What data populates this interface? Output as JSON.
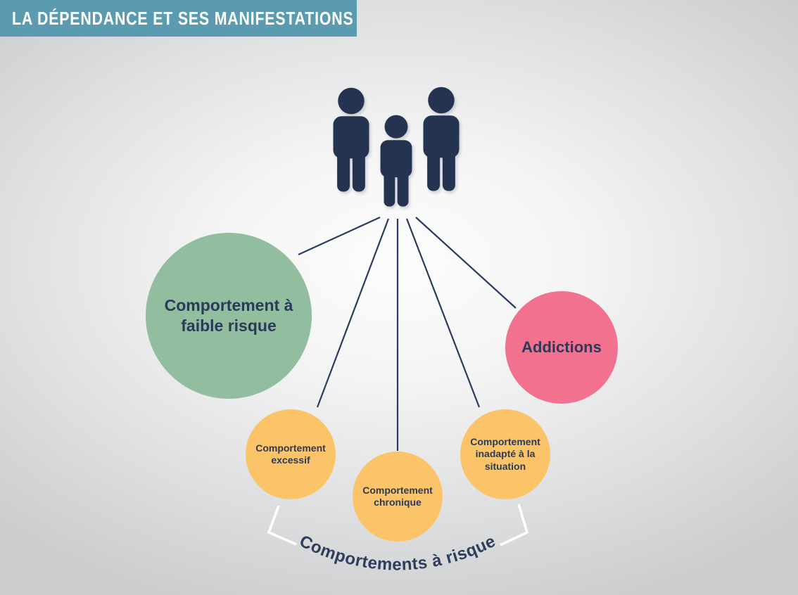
{
  "header": {
    "title": "LA DÉPENDANCE ET SES MANIFESTATIONS"
  },
  "figures": {
    "icon": "three-people-silhouette",
    "color": "#24334f"
  },
  "nodes": [
    {
      "id": "faible-risque",
      "label": "Comportement à faible risque",
      "color": "#93bd9f",
      "size": "large"
    },
    {
      "id": "addictions",
      "label": "Addictions",
      "color": "#f2718f",
      "size": "medium"
    },
    {
      "id": "excessif",
      "label": "Comportement excessif",
      "color": "#fbc468",
      "size": "small"
    },
    {
      "id": "chronique",
      "label": "Comportement chronique",
      "color": "#fbc468",
      "size": "small"
    },
    {
      "id": "inadapte",
      "label": "Comportement inadapté à la situation",
      "color": "#fbc468",
      "size": "small"
    }
  ],
  "group_label": "Comportements à risque",
  "palette": {
    "banner_teal": "#5b9bb0",
    "banner_text": "#ffffff",
    "navy_figures": "#24334f",
    "connector_line": "#2b3b5e",
    "bubble_text": "#2b3a59",
    "bracket_white": "#ffffff",
    "background_edge": "#cbccce",
    "background_center": "#fdfdfd"
  }
}
